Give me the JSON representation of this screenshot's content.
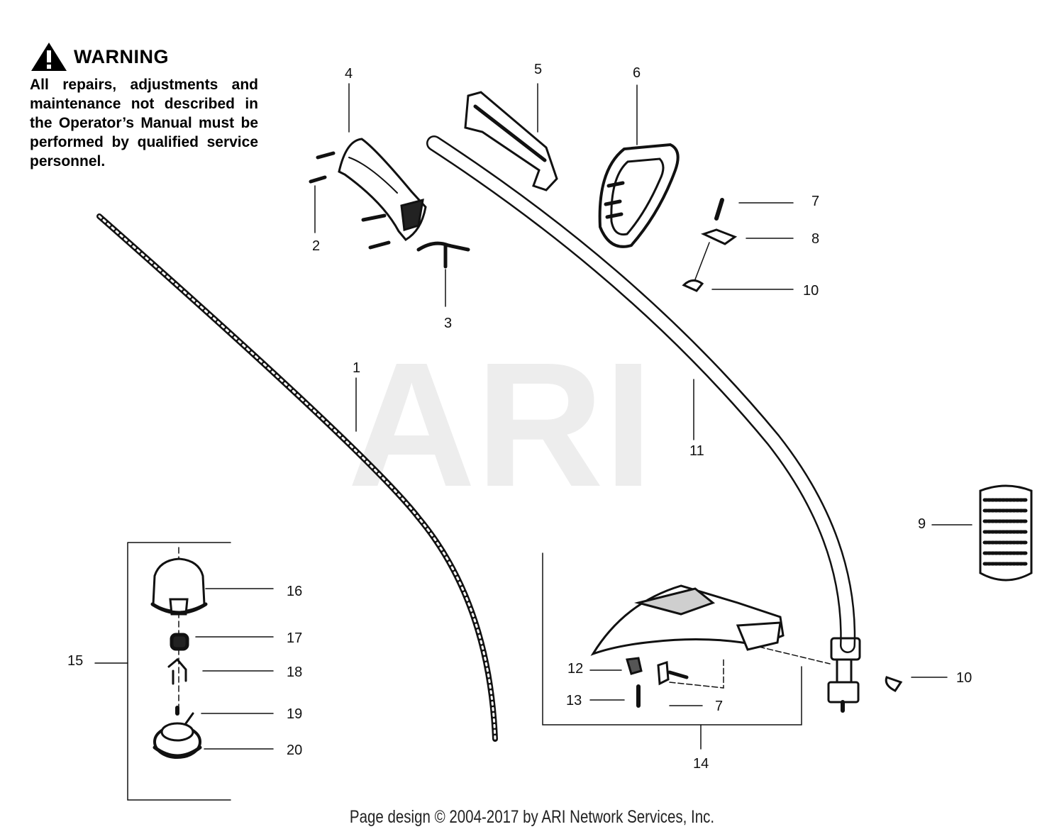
{
  "warning": {
    "title": "WARNING",
    "text": "All repairs, adjustments and maintenance not described in the Operator’s Manual must be performed by qualified service personnel."
  },
  "watermark": "ARI",
  "callouts": [
    {
      "id": "1",
      "text": "1"
    },
    {
      "id": "2",
      "text": "2"
    },
    {
      "id": "3",
      "text": "3"
    },
    {
      "id": "4",
      "text": "4"
    },
    {
      "id": "5",
      "text": "5"
    },
    {
      "id": "6",
      "text": "6"
    },
    {
      "id": "7a",
      "text": "7"
    },
    {
      "id": "8",
      "text": "8"
    },
    {
      "id": "9",
      "text": "9"
    },
    {
      "id": "10a",
      "text": "10"
    },
    {
      "id": "11",
      "text": "11"
    },
    {
      "id": "12",
      "text": "12"
    },
    {
      "id": "13",
      "text": "13"
    },
    {
      "id": "7b",
      "text": "7"
    },
    {
      "id": "14",
      "text": "14"
    },
    {
      "id": "10b",
      "text": "10"
    },
    {
      "id": "15",
      "text": "15"
    },
    {
      "id": "16",
      "text": "16"
    },
    {
      "id": "17",
      "text": "17"
    },
    {
      "id": "18",
      "text": "18"
    },
    {
      "id": "19",
      "text": "19"
    },
    {
      "id": "20",
      "text": "20"
    }
  ],
  "footer": "Page design © 2004-2017 by ARI Network Services, Inc."
}
